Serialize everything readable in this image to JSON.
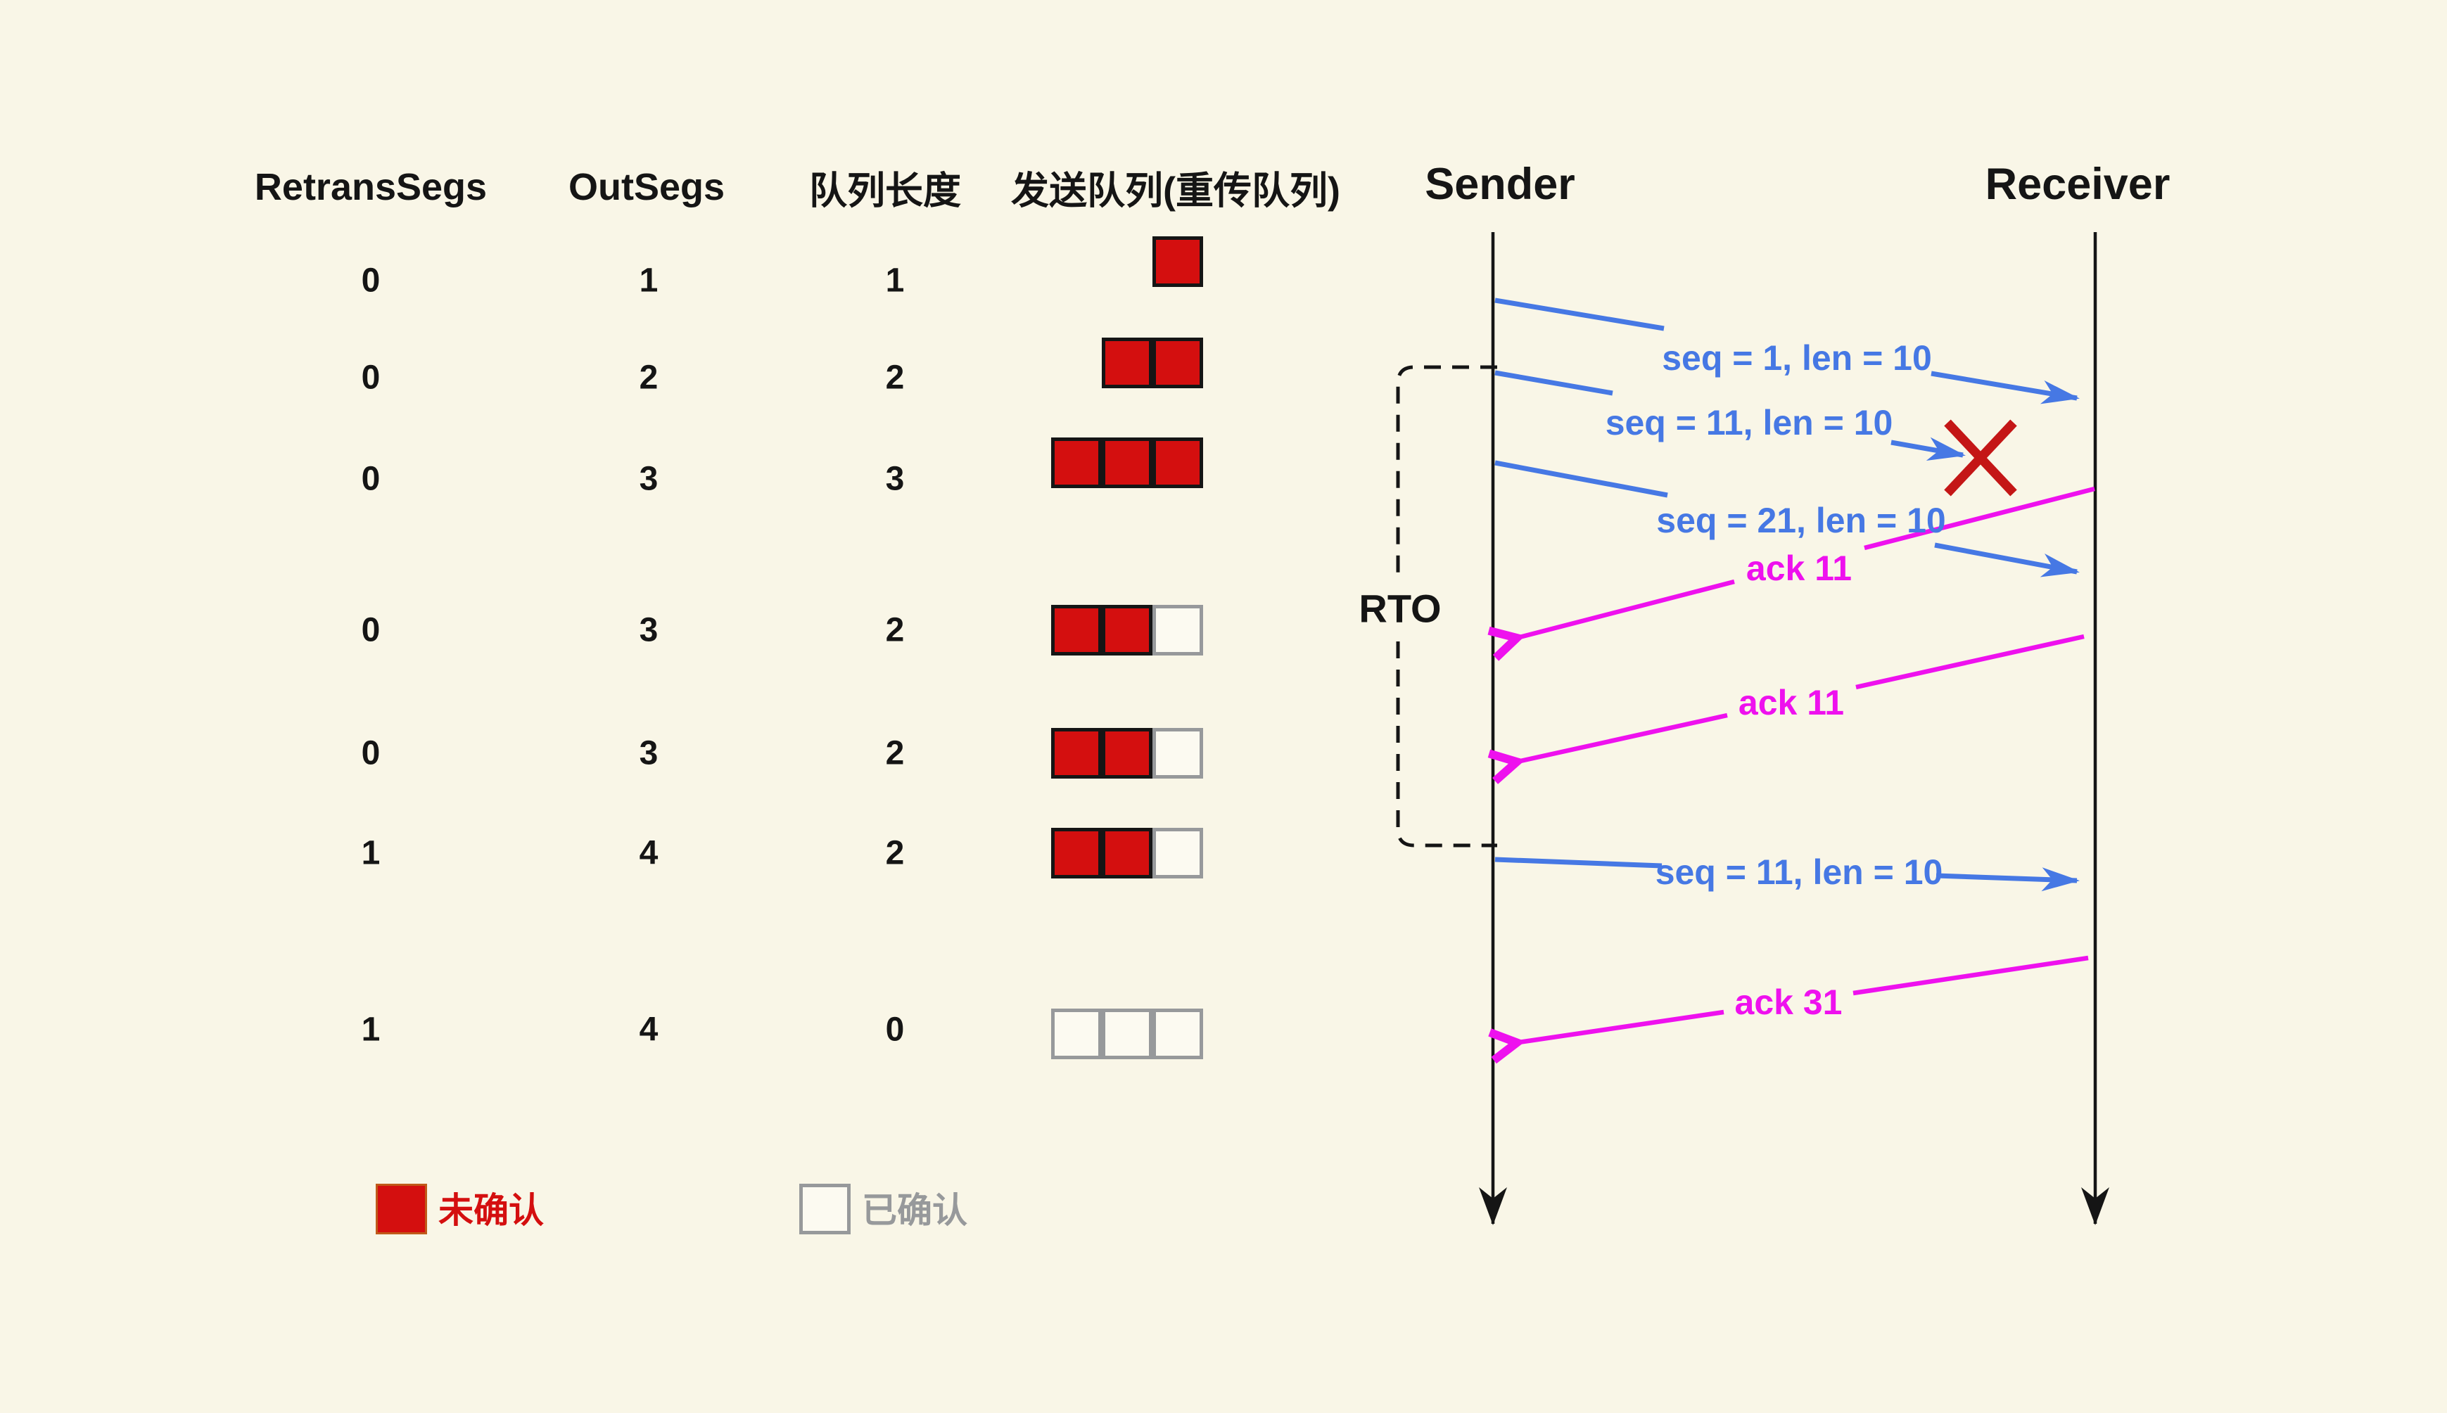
{
  "colors": {
    "background": "#F9F6E7",
    "data_arrow_blue": "#4678E4",
    "ack_arrow_magenta": "#EE11EE",
    "unacked_fill_red": "#D40F0F",
    "unacked_border": "#151515",
    "acked_fill": "#FCFAF1",
    "acked_border_gray": "#97999B",
    "loss_cross_red": "#C41616",
    "text_black": "#151515",
    "legend_red_border": "#C05A1A"
  },
  "table": {
    "headers": [
      "RetransSegs",
      "OutSegs",
      "队列长度",
      "发送队列(重传队列)"
    ],
    "rows": [
      {
        "retrans": "0",
        "out": "1",
        "qlen": "1",
        "queue": [
          "unacked"
        ]
      },
      {
        "retrans": "0",
        "out": "2",
        "qlen": "2",
        "queue": [
          "unacked",
          "unacked"
        ]
      },
      {
        "retrans": "0",
        "out": "3",
        "qlen": "3",
        "queue": [
          "unacked",
          "unacked",
          "unacked"
        ]
      },
      {
        "retrans": "0",
        "out": "3",
        "qlen": "2",
        "queue": [
          "unacked",
          "unacked",
          "acked"
        ]
      },
      {
        "retrans": "0",
        "out": "3",
        "qlen": "2",
        "queue": [
          "unacked",
          "unacked",
          "acked"
        ]
      },
      {
        "retrans": "1",
        "out": "4",
        "qlen": "2",
        "queue": [
          "unacked",
          "unacked",
          "acked"
        ]
      },
      {
        "retrans": "1",
        "out": "4",
        "qlen": "0",
        "queue": [
          "acked",
          "acked",
          "acked"
        ]
      }
    ]
  },
  "sequence": {
    "sender_label": "Sender",
    "receiver_label": "Receiver",
    "rto_label": "RTO",
    "messages": [
      {
        "label": "seq = 1, len = 10",
        "type": "data",
        "lost": false
      },
      {
        "label": "seq = 11, len = 10",
        "type": "data",
        "lost": true
      },
      {
        "label": "seq = 21, len = 10",
        "type": "data",
        "lost": false
      },
      {
        "label": "ack 11",
        "type": "ack"
      },
      {
        "label": "ack 11",
        "type": "ack"
      },
      {
        "label": "seq = 11, len = 10",
        "type": "data",
        "retransmission": true
      },
      {
        "label": "ack 31",
        "type": "ack"
      }
    ]
  },
  "legend": {
    "unacked_label": "未确认",
    "acked_label": "已确认"
  }
}
